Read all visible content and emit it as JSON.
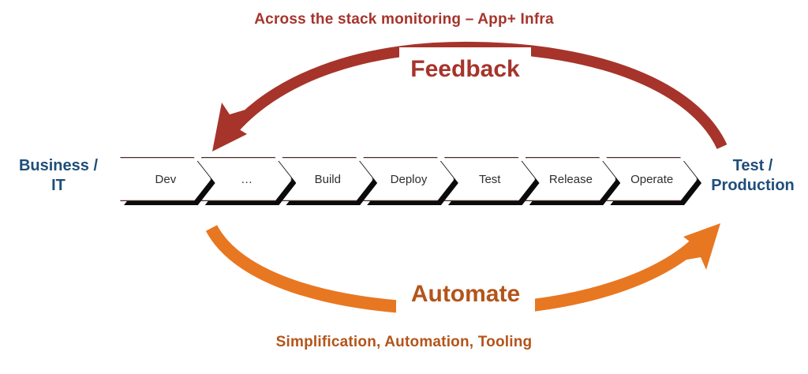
{
  "diagram": {
    "title_top": "Across the stack monitoring – App+ Infra",
    "title_bottom": "Simplification, Automation, Tooling",
    "left_label_line1": "Business /",
    "left_label_line2": "IT",
    "right_label_line1": "Test /",
    "right_label_line2": "Production",
    "feedback_label": "Feedback",
    "automate_label": "Automate",
    "stages": [
      {
        "label": "Dev"
      },
      {
        "label": "…"
      },
      {
        "label": "Build"
      },
      {
        "label": "Deploy"
      },
      {
        "label": "Test"
      },
      {
        "label": "Release"
      },
      {
        "label": "Operate"
      }
    ],
    "colors": {
      "feedback_red": "#A6342B",
      "automate_orange": "#E87722",
      "automate_text": "#B4541A",
      "label_blue": "#1F4E79",
      "chevron_fill": "#FFFFFF",
      "chevron_outline": "#4A2A22",
      "chevron_shadow": "#0B0B0B",
      "background": "#FFFFFF"
    }
  }
}
